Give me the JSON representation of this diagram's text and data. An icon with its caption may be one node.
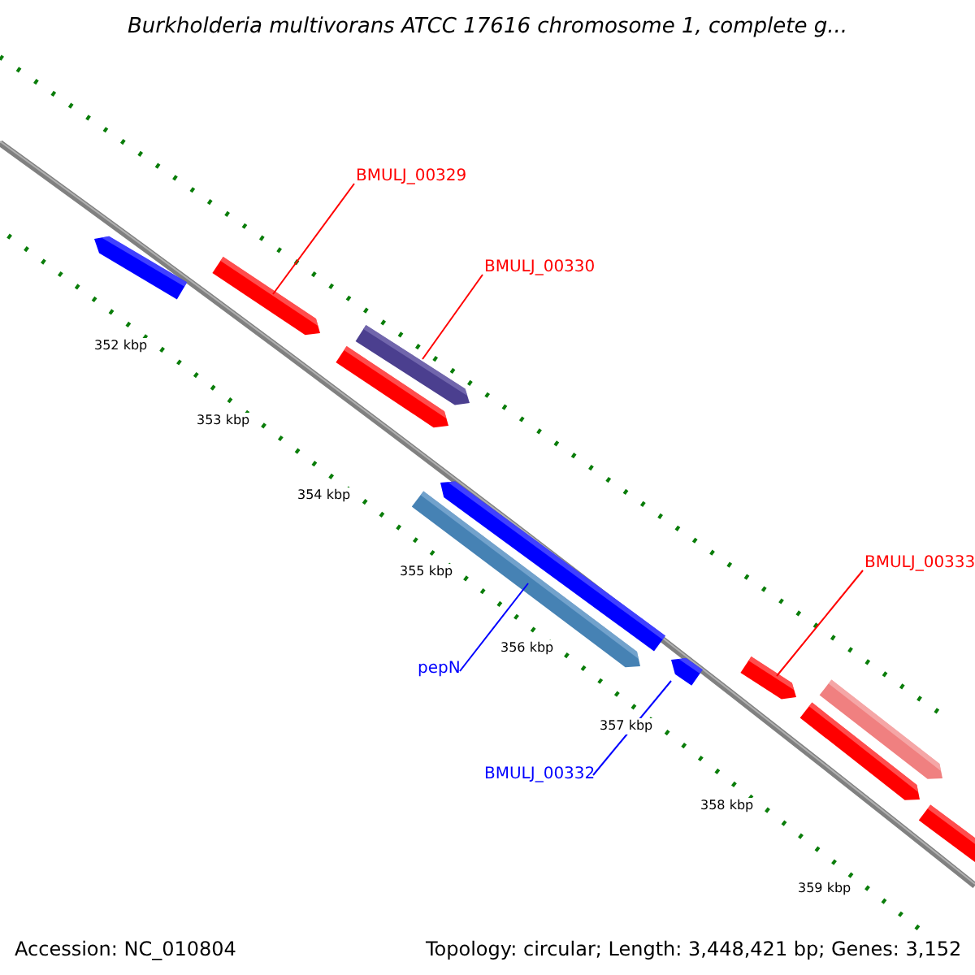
{
  "diagram": {
    "title": "Burkholderia multivorans ATCC 17616 chromosome 1, complete g...",
    "nodes": [
      {
        "text": [
          "BMULJ_00329"
        ]
      },
      {
        "text": [],
        "shape": "bar"
      },
      {
        "text": [
          "BMULJ_00330"
        ]
      },
      {
        "text": [],
        "shape": "bar"
      },
      {
        "text": [
          "BMULJ_00333"
        ]
      },
      {
        "text": [],
        "shape": "bar"
      },
      {
        "text": [
          "pepN"
        ]
      },
      {
        "text": [],
        "shape": "bar"
      },
      {
        "text": [
          "BMULJ_00332"
        ]
      },
      {
        "text": [],
        "shape": "bar"
      }
    ],
    "edges": [
      {
        "from": 0,
        "to": 1,
        "arrow": "none",
        "color": "#ff0000"
      },
      {
        "from": 2,
        "to": 3,
        "arrow": "none",
        "color": "#ff0000"
      },
      {
        "from": 4,
        "to": 5,
        "arrow": "none",
        "color": "#ff0000"
      },
      {
        "from": 6,
        "to": 7,
        "arrow": "none",
        "color": "#0000ff"
      },
      {
        "from": 8,
        "to": 9,
        "arrow": "none",
        "color": "#0000ff"
      }
    ],
    "labels": [
      "352 kbp",
      "353 kbp",
      "354 kbp",
      "355 kbp",
      "356 kbp",
      "357 kbp",
      "358 kbp",
      "359 kbp",
      "Accession: NC_010804",
      "Topology: circular; Length: 3,448,421 bp; Genes: 3,152"
    ]
  }
}
